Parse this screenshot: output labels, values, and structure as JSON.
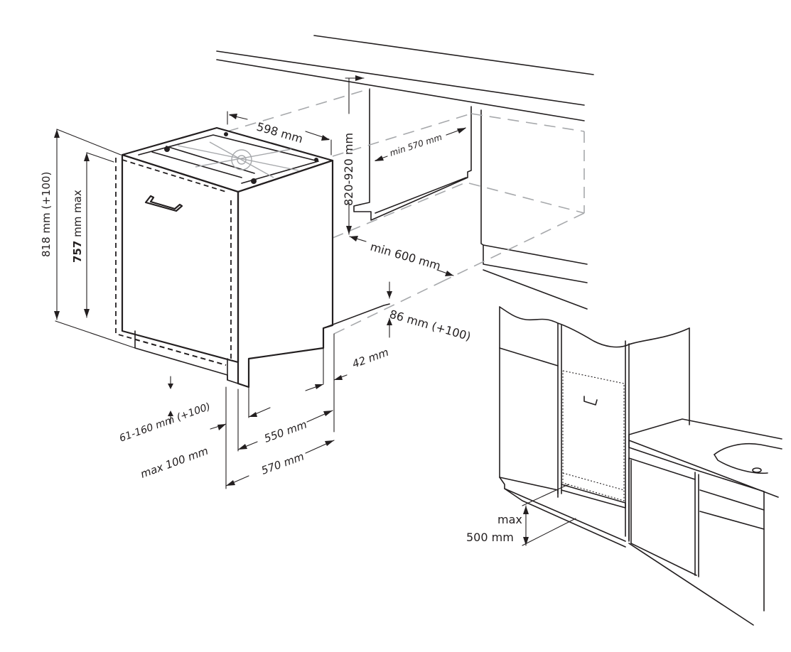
{
  "labels": {
    "width_598": "598 mm",
    "height_820_920": "820-920 mm",
    "min_570": "min 570 mm",
    "height_818": "818 mm (+100)",
    "height_757_value": "757",
    "height_757_unit": " mm max",
    "min_600": "min 600 mm",
    "dim_86": "86 mm (+100)",
    "dim_42": "42 mm",
    "dim_61_160": "61-160 mm (+100)",
    "dim_550": "550 mm",
    "max_100": "max 100 mm",
    "dim_570": "570 mm",
    "max_label": "max",
    "dim_500": "500 mm"
  },
  "colors": {
    "line": "#231f20",
    "guide": "#a7a9ac"
  }
}
